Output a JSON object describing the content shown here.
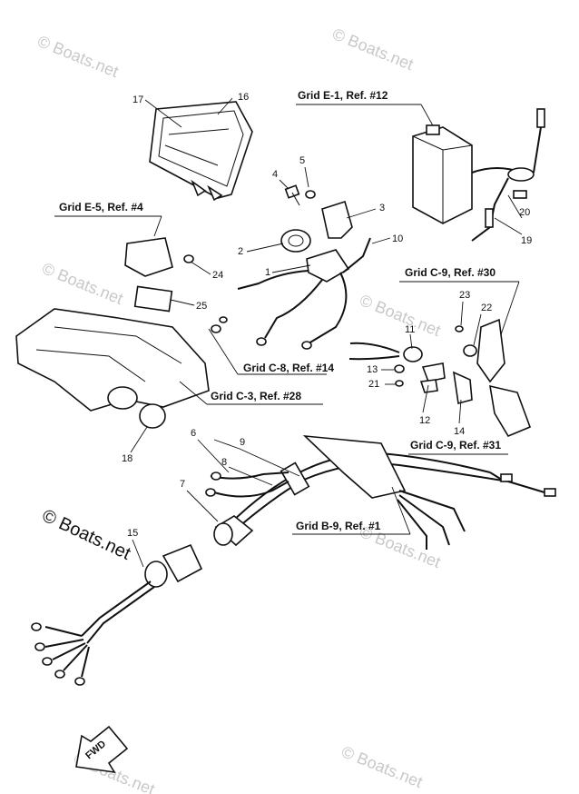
{
  "watermark": "© Boats.net",
  "references": {
    "grid_e1": "Grid E-1, Ref. #12",
    "grid_e5": "Grid E-5, Ref. #4",
    "grid_c9_30": "Grid C-9, Ref. #30",
    "grid_c8": "Grid C-8, Ref. #14",
    "grid_c3": "Grid C-3, Ref. #28",
    "grid_c9_31": "Grid C-9, Ref. #31",
    "grid_b9": "Grid B-9, Ref. #1"
  },
  "callouts": {
    "n1": "1",
    "n2": "2",
    "n3": "3",
    "n4": "4",
    "n5": "5",
    "n6": "6",
    "n7": "7",
    "n8": "8",
    "n9": "9",
    "n10": "10",
    "n11": "11",
    "n12": "12",
    "n13": "13",
    "n14": "14",
    "n15": "15",
    "n16": "16",
    "n17": "17",
    "n18": "18",
    "n19": "19",
    "n20": "20",
    "n21": "21",
    "n22": "22",
    "n23": "23",
    "n24": "24",
    "n25": "25"
  },
  "fwd_label": "FWD"
}
